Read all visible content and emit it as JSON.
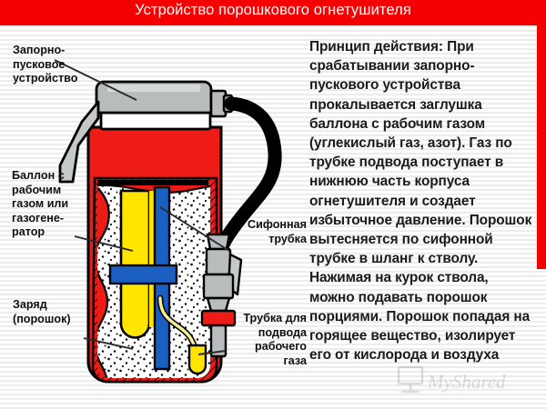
{
  "slide": {
    "title": "Устройство порошкового огнетушителя",
    "title_bg_color": "#f50000",
    "title_text_color": "#ffffff",
    "accent_color": "#f50000",
    "background_color": "#ffffff",
    "watermark": "MyShared"
  },
  "body": {
    "text": "Принцип действия: При срабатывании запорно-пускового устройства прокалывается заглушка баллона с рабочим газом (углекислый газ, азот). Газ по трубке подвода поступает в нижнюю часть корпуса огнетушителя и создает избыточное давление. Порошок вытесняется по сифонной трубке в шланг к стволу. Нажимая на курок ствола, можно подавать порошок порциями. Порошок попадая на горящее вещество, изолирует его от кислорода и воздуха"
  },
  "diagram": {
    "name": "powder-fire-extinguisher-cutaway",
    "labels": [
      {
        "id": "valve",
        "text": "Запорно-\nпусковое\nустройство"
      },
      {
        "id": "cylinder",
        "text": "Баллон с\nрабочим\nгазом или\nгазогене-\nратор"
      },
      {
        "id": "charge",
        "text": "Заряд\n(порошок)"
      },
      {
        "id": "siphon",
        "text": "Сифонная\nтрубка"
      },
      {
        "id": "gastube",
        "text": "Трубка для\nподвода\nрабочего\nгаза"
      }
    ],
    "colors": {
      "body_red": "#ed1c16",
      "metal_gray": "#b8bcbc",
      "gas_cylinder_yellow": "#ffe500",
      "siphon_blue": "#1b5fc1",
      "powder_white": "#ffffff",
      "hose_black": "#000000"
    }
  }
}
